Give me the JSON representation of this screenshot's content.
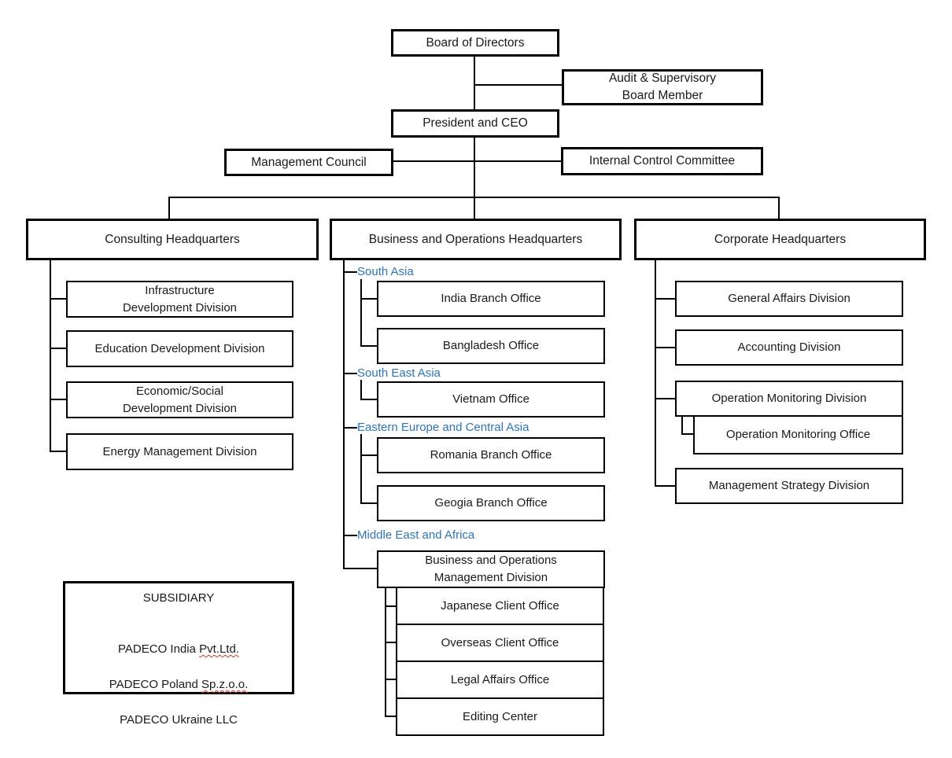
{
  "chart": {
    "board": "Board of Directors",
    "audit": "Audit & Supervisory\nBoard Member",
    "president": "President and CEO",
    "management_council": "Management Council",
    "internal_control": "Internal Control Committee",
    "consulting_hq": "Consulting Headquarters",
    "business_hq": "Business and Operations Headquarters",
    "corporate_hq": "Corporate Headquarters",
    "consulting_divisions": {
      "infrastructure": "Infrastructure\nDevelopment Division",
      "education": "Education Development Division",
      "economic": "Economic/Social\nDevelopment Division",
      "energy": "Energy Management Division"
    },
    "regions": {
      "south_asia": "South Asia",
      "south_east_asia": "South East Asia",
      "eastern_europe": "Eastern Europe and Central Asia",
      "middle_east": "Middle East and Africa"
    },
    "business_offices": {
      "india": "India Branch Office",
      "bangladesh": "Bangladesh Office",
      "vietnam": "Vietnam Office",
      "romania": "Romania Branch Office",
      "geogia": "Geogia Branch Office",
      "bom_division": "Business and Operations\nManagement Division",
      "japanese_client": "Japanese Client Office",
      "overseas_client": "Overseas Client Office",
      "legal_affairs": "Legal Affairs Office",
      "editing_center": "Editing Center"
    },
    "corporate_divisions": {
      "general_affairs": "General Affairs Division",
      "accounting": "Accounting Division",
      "operation_monitoring_division": "Operation Monitoring Division",
      "operation_monitoring_office": "Operation Monitoring Office",
      "management_strategy": "Management Strategy Division"
    },
    "subsidiary": {
      "title": "SUBSIDIARY",
      "companies": [
        {
          "prefix": "PADECO India ",
          "misspelled": "Pvt.Ltd."
        },
        {
          "prefix": "PADECO Poland ",
          "misspelled": "Sp.z.o.o."
        },
        {
          "prefix": "PADECO Ukraine LLC",
          "misspelled": ""
        }
      ]
    },
    "colors": {
      "box_border": "#000000",
      "connector_line": "#000000",
      "region_label_blue": "#2E75B6",
      "spellcheck_underline_red": "#D0342C",
      "background": "#FFFFFF"
    }
  }
}
